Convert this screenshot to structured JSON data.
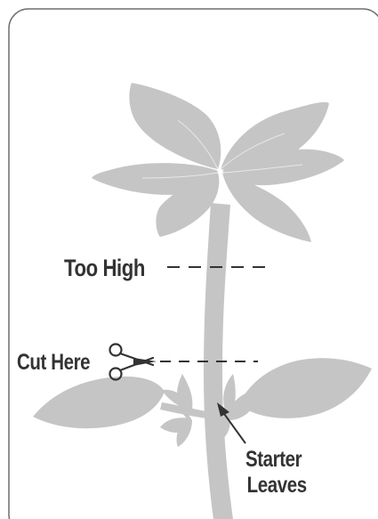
{
  "labels": {
    "too_high": "Too High",
    "cut_here": "Cut Here",
    "starter_line1": "Starter",
    "starter_line2": "Leaves"
  },
  "colors": {
    "plant": "#c5c5c5",
    "text": "#333333",
    "border": "#6f6f6f",
    "background": "#ffffff"
  },
  "icons": {
    "scissors": "scissors-icon",
    "arrow": "arrow-icon"
  }
}
